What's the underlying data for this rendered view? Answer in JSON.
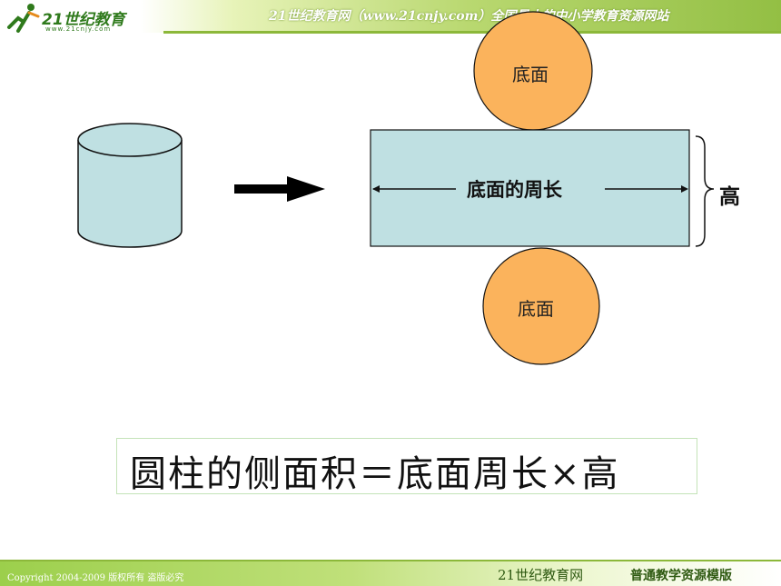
{
  "header": {
    "logo_text": "21世纪教育",
    "logo_url": "www.21cnjy.com",
    "title": "21世纪教育网（www.21cnjy.com）全国最大的中小学教育资源网站"
  },
  "diagram": {
    "top_circle_label": "底面",
    "bottom_circle_label": "底面",
    "rectangle_label": "底面的周长",
    "height_label": "高",
    "colors": {
      "circle_fill": "#fbb35c",
      "rectangle_fill": "#bfe0e2",
      "cylinder_fill": "#bfe0e2"
    }
  },
  "formula": {
    "text": "圆柱的侧面积＝底面周长×高"
  },
  "footer": {
    "copyright": "Copyright 2004-2009 版权所有 盗版必究",
    "brand": "21世纪教育网",
    "template": "普通教学资源模版"
  }
}
